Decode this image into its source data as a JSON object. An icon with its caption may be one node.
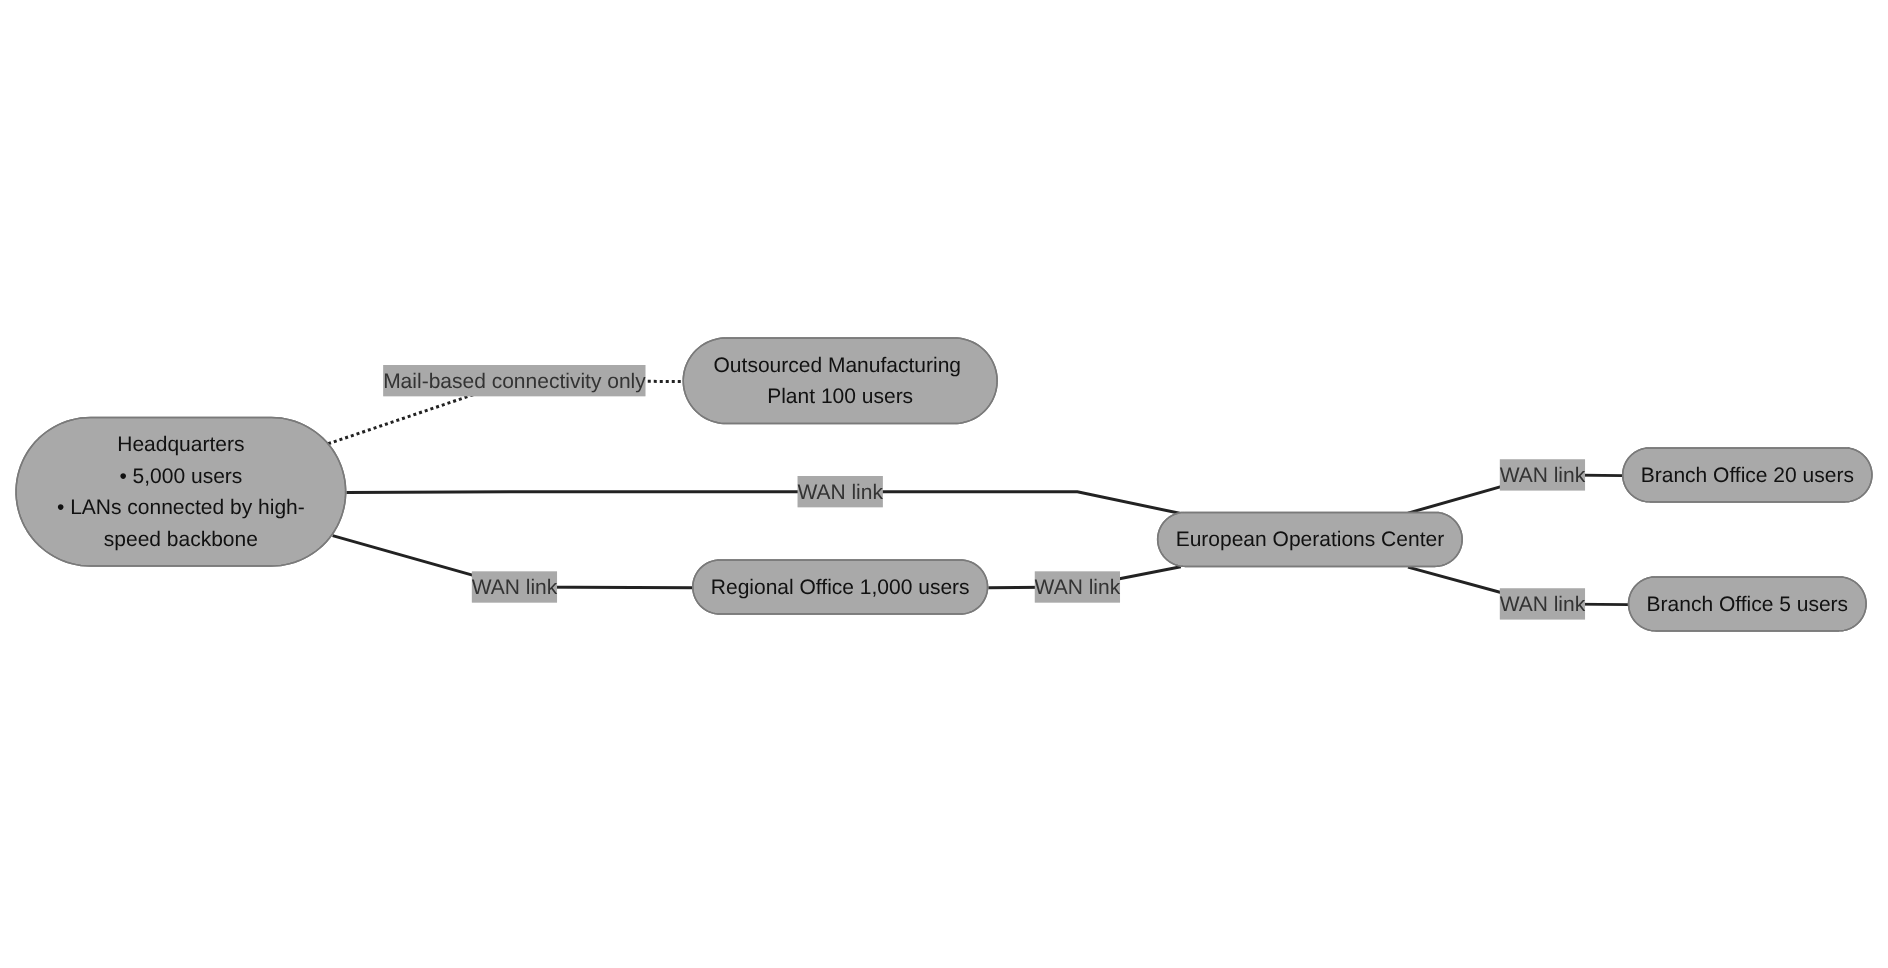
{
  "diagram": {
    "nodes": [
      {
        "text": [
          "Headquarters",
          "• 5,000 users",
          "• LANs connected by high-speed backbone"
        ]
      },
      {
        "text": [
          "Branch Office 20 users"
        ]
      },
      {
        "text": [
          "European Operations Center"
        ]
      },
      {
        "text": [
          "Outsourced Manufacturing Plant 100 users"
        ]
      },
      {
        "text": [
          "Regional Office 1,000 users"
        ]
      },
      {
        "text": [
          "Branch Office 5 users"
        ]
      }
    ],
    "edges": [
      {
        "from": 0,
        "to": 3,
        "arrow": "none",
        "label": "Mail-based connectivity only",
        "style": "dashed"
      },
      {
        "from": 0,
        "to": 4,
        "arrow": "none",
        "label": "WAN link"
      },
      {
        "from": 0,
        "to": 2,
        "arrow": "none",
        "label": "WAN link"
      },
      {
        "from": 2,
        "to": 1,
        "arrow": "none",
        "label": "WAN link"
      },
      {
        "from": 4,
        "to": 2,
        "arrow": "none",
        "label": "WAN link"
      },
      {
        "from": 2,
        "to": 5,
        "arrow": "none",
        "label": "WAN link"
      }
    ]
  }
}
